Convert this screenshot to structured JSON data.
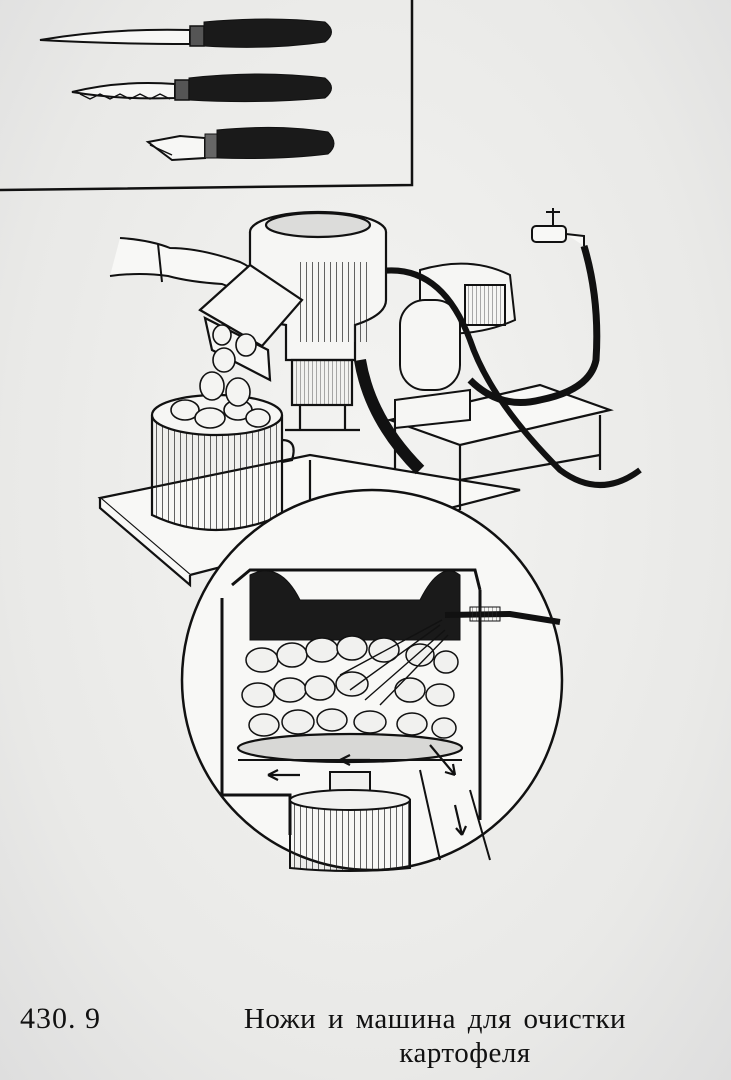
{
  "caption": {
    "number": "430. 9",
    "line1": "Ножи и машина для очистки",
    "line2": "картофеля"
  },
  "colors": {
    "ink": "#111111",
    "paper": "#f1f1ef"
  },
  "icons": [
    "knife",
    "serrated-knife",
    "peeler-knife",
    "peeling-machine",
    "water-tap",
    "pot-with-potatoes",
    "hand"
  ]
}
